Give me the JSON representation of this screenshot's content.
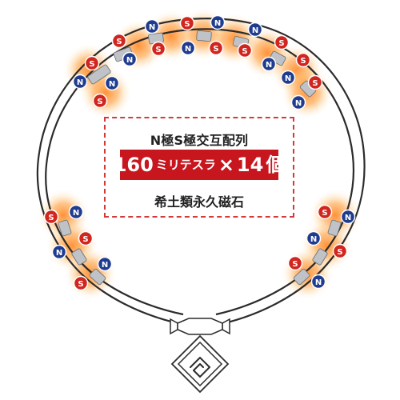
{
  "spec": {
    "headline": "N極S極交互配列",
    "count_prefix": "160",
    "count_unit": "ミリテスラ",
    "multiplier": "×",
    "quantity": "14",
    "quantity_unit": "個",
    "material": "希土類永久磁石"
  },
  "magnet_labels": {
    "north": "N",
    "south": "S"
  },
  "colors": {
    "north": "#1f3c8f",
    "south": "#d0261f",
    "glow": "#f18a2a",
    "accent_red": "#c7161e",
    "necklace": "#2b2b2b",
    "clasp": "#9a9a9a"
  }
}
